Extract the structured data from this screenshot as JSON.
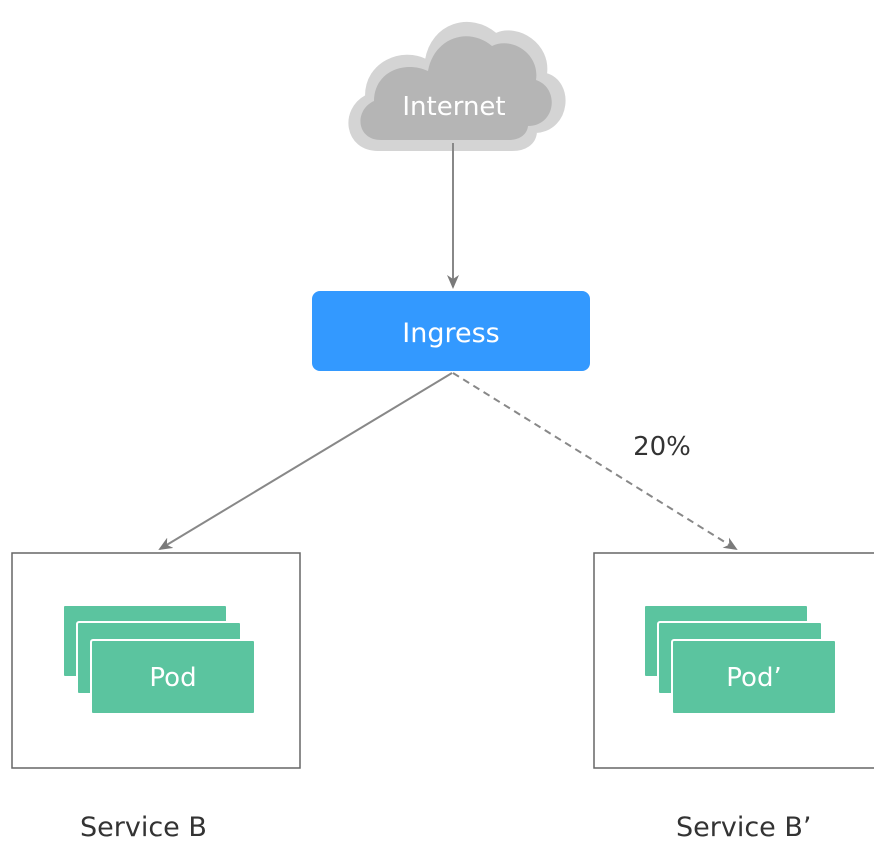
{
  "nodes": {
    "internet": {
      "label": "Internet",
      "fill": "#b5b5b5",
      "stroke": "#d9d9d9",
      "text_color": "#ffffff"
    },
    "ingress": {
      "label": "Ingress",
      "fill": "#3399ff",
      "text_color": "#ffffff"
    },
    "service_b": {
      "label": "Service B",
      "pod_label": "Pod",
      "pod_fill": "#5bc49f",
      "box_stroke": "#666666"
    },
    "service_b_prime": {
      "label": "Service B’",
      "pod_label": "Pod’",
      "pod_fill": "#5bc49f",
      "box_stroke": "#666666"
    }
  },
  "edges": {
    "internet_to_ingress": {
      "style": "solid"
    },
    "ingress_to_service_b": {
      "style": "solid"
    },
    "ingress_to_service_b_prime": {
      "style": "dashed",
      "label": "20%"
    }
  },
  "colors": {
    "arrow": "#888888",
    "text": "#333333"
  }
}
